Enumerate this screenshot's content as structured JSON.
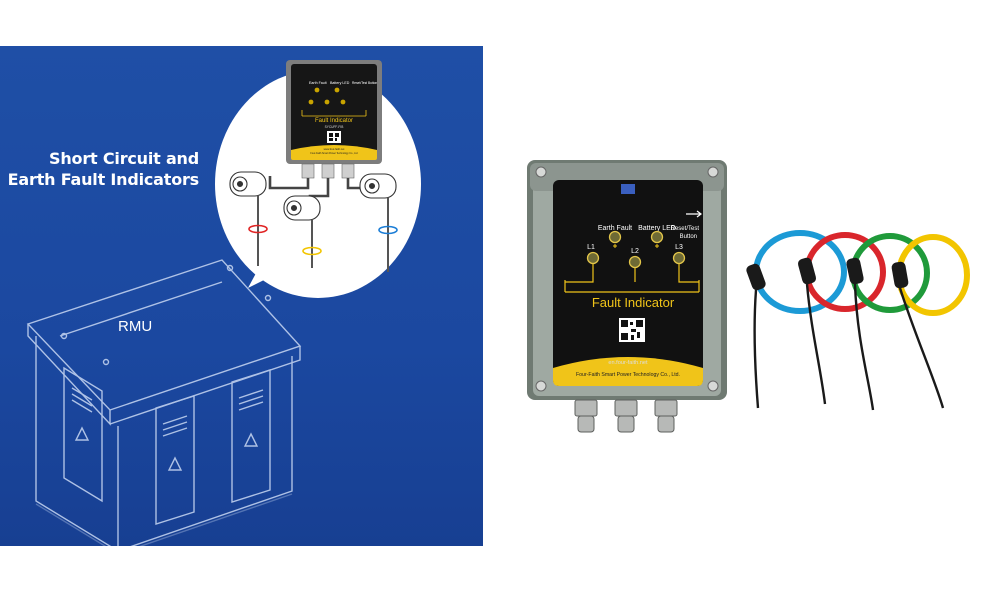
{
  "illustration": {
    "heading_line_1": "Short Circuit and",
    "heading_line_2": "Earth Fault Indicators",
    "rmu_label": "RMU",
    "mini_device": {
      "label_earth_fault": "Earth Fault",
      "label_battery_led": "Battery LED",
      "label_reset_test": "Reset/Test Button",
      "title": "Fault Indicator",
      "model": "SYCUFF-FIB",
      "website": "www.four-faith.net",
      "company": "Four-Faith Smart Power Technology Co., Ltd"
    }
  },
  "product_photo": {
    "label_earth_fault": "Earth Fault",
    "label_battery_led": "Battery LED",
    "label_reset": "Reset/Test",
    "label_button": "Button",
    "label_l1": "L1",
    "label_l2": "L2",
    "label_l3": "L3",
    "title": "Fault Indicator",
    "website": "en.four-faith.net",
    "company": "Four-Faith Smart Power Technology Co., Ltd."
  },
  "colors": {
    "panel_blue": "#1f4fa6",
    "label_yellow": "#f0c419",
    "ring_blue": "#1c9ad6",
    "ring_red": "#d9262c",
    "ring_green": "#1f9a3a",
    "ring_yellow": "#f2c500"
  }
}
